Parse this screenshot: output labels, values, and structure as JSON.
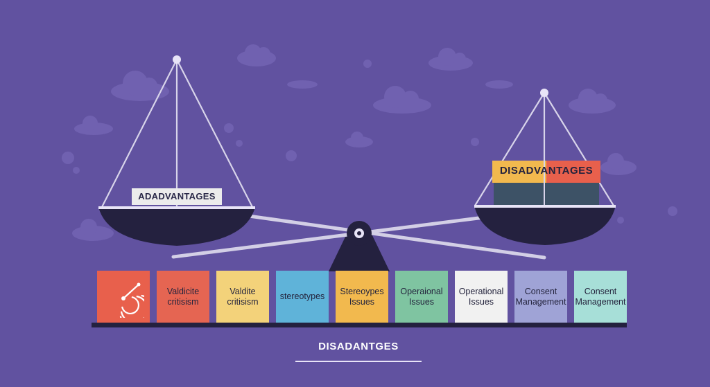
{
  "labels": {
    "advantages": "ADADVANTAGES",
    "disadvantages": "DISADVANTAGES",
    "footer_title": "DISADANTGES"
  },
  "cards": [
    {
      "id": "radar",
      "lines": [],
      "icon": "radar-icon",
      "color": "#e8604c"
    },
    {
      "id": "validicite",
      "lines": [
        "Valdicite",
        "critisism"
      ],
      "color": "#e56552"
    },
    {
      "id": "validite",
      "lines": [
        "Valdite",
        "critisism"
      ],
      "color": "#f3d27a"
    },
    {
      "id": "stereotypes",
      "lines": [
        "stereotypes"
      ],
      "color": "#5fb3d9"
    },
    {
      "id": "stereoypes-issues",
      "lines": [
        "Stereoypes",
        "Issues"
      ],
      "color": "#f2b94e"
    },
    {
      "id": "operaional-issues",
      "lines": [
        "Operaional",
        "Issues"
      ],
      "color": "#7fc4a1"
    },
    {
      "id": "operational-issues",
      "lines": [
        "Operational",
        "Issues"
      ],
      "color": "#f1f1f1"
    },
    {
      "id": "consent-management-1",
      "lines": [
        "Consent",
        "Management"
      ],
      "color": "#9fa3d6"
    },
    {
      "id": "consent-management-2",
      "lines": [
        "Consent",
        "Management"
      ],
      "color": "#a7dfd8"
    }
  ],
  "colors": {
    "background": "#6152a0",
    "cloud": "#7465b4",
    "pan": "#24213f",
    "string": "#d8d4ea",
    "block_yellow": "#f2b94e",
    "block_red": "#e8604c",
    "block_slate": "#3d5266"
  }
}
